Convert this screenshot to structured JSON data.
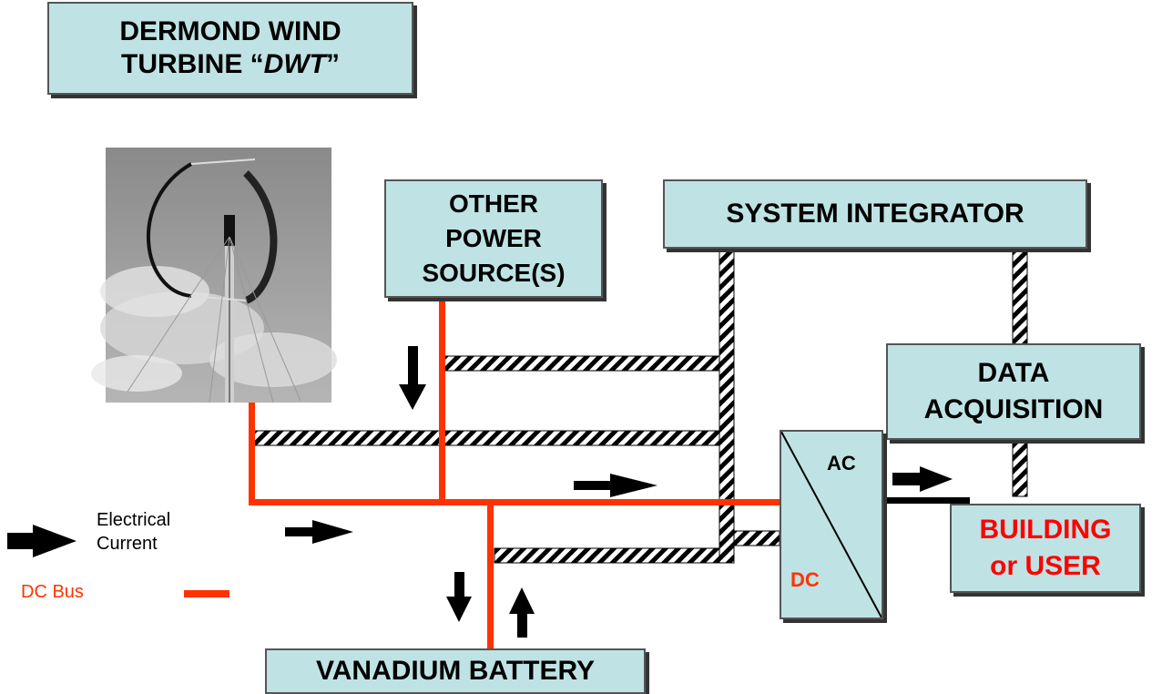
{
  "title": {
    "line1": "DERMOND WIND",
    "line2_prefix": "TURBINE “",
    "line2_italic": "DWT",
    "line2_suffix": "”"
  },
  "boxes": {
    "other_power": [
      "OTHER",
      "POWER",
      "SOURCE(S)"
    ],
    "system_integrator": "SYSTEM INTEGRATOR",
    "data_acquisition": [
      "DATA",
      "ACQUISITION"
    ],
    "building": [
      "BUILDING",
      "or USER"
    ],
    "battery": "VANADIUM BATTERY"
  },
  "inverter": {
    "ac_label": "AC",
    "dc_label": "DC"
  },
  "legend": {
    "current_label": [
      "Electrical",
      "Current"
    ],
    "bus_label": "DC Bus"
  },
  "colors": {
    "box_fill": "#bfe3e4",
    "dc_bus": "#ff3300",
    "building_text": "#ff0000",
    "dc_text": "#ff3300"
  },
  "icons": {
    "turbine_photo": "wind-turbine-photo",
    "arrow": "arrow-icon"
  }
}
